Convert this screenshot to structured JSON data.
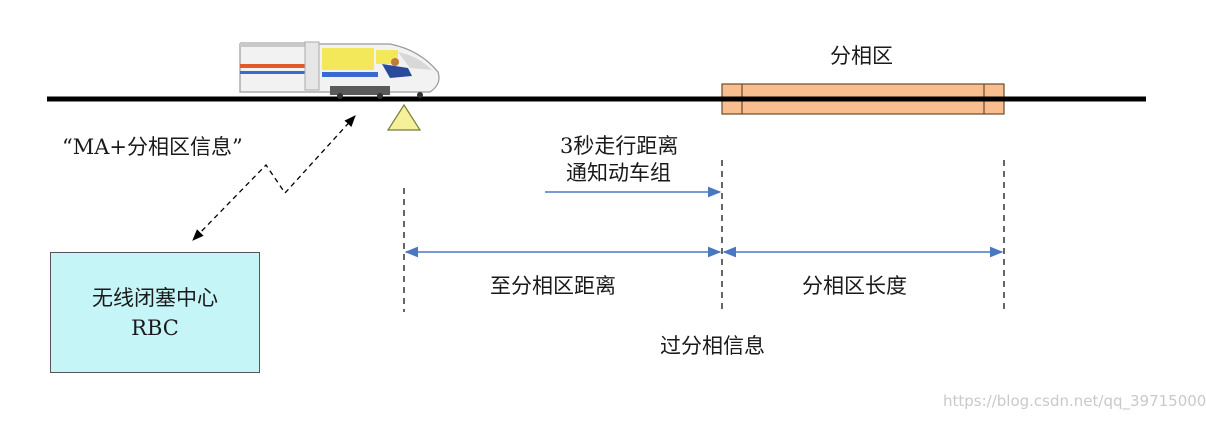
{
  "labels": {
    "phase_zone": "分相区",
    "message": "“MA+分相区信息”",
    "notify_line1": "3秒走行距离",
    "notify_line2": "通知动车组",
    "distance_to_zone": "至分相区距离",
    "zone_length": "分相区长度",
    "pass_info": "过分相信息"
  },
  "rbc": {
    "line1": "无线闭塞中心",
    "line2": "RBC"
  },
  "watermark": "https://blog.csdn.net/qq_39715000",
  "colors": {
    "track": "#000000",
    "zone_fill": "#f8be90",
    "zone_border": "#6b4a2a",
    "arrow": "#4a78c0",
    "rbc_fill": "#c6f5f8",
    "balise": "#f5f09a"
  },
  "icons": {
    "train": "high-speed-train-icon",
    "balise": "balise-triangle-icon"
  }
}
